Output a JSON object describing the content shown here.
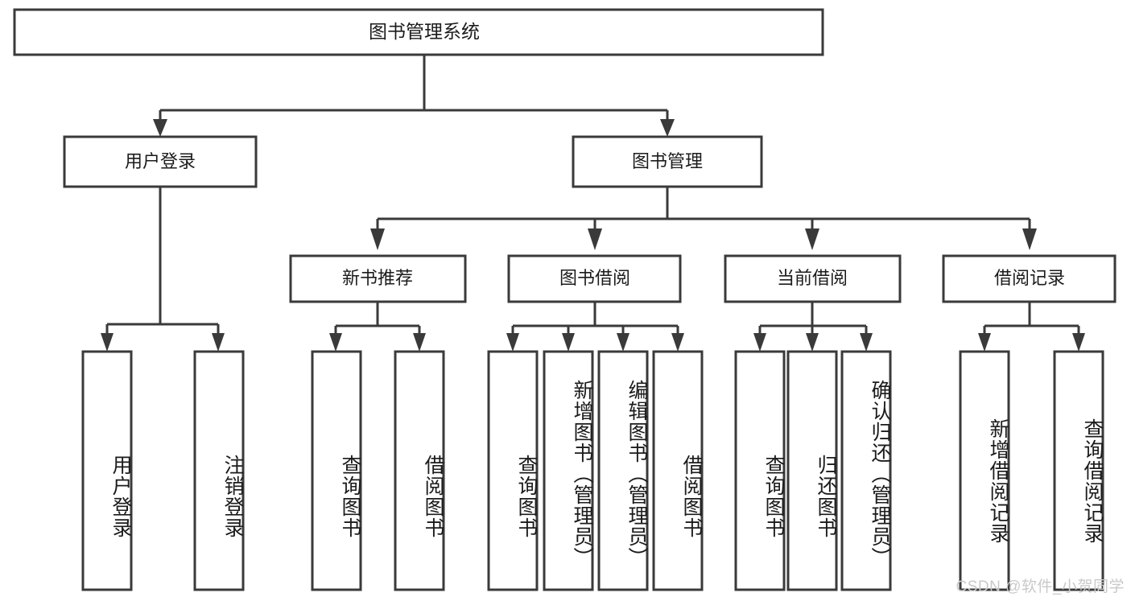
{
  "diagram": {
    "type": "hierarchy-tree",
    "title": "图书管理系统",
    "orientation": "top-down",
    "watermark": "CSDN @软件_小贺同学",
    "root": {
      "id": "root",
      "label": "图书管理系统"
    },
    "level1": [
      {
        "id": "user-login",
        "label": "用户登录"
      },
      {
        "id": "book-manage",
        "label": "图书管理"
      }
    ],
    "level2": [
      {
        "id": "new-book-recommend",
        "label": "新书推荐",
        "parent": "book-manage"
      },
      {
        "id": "book-borrow",
        "label": "图书借阅",
        "parent": "book-manage"
      },
      {
        "id": "current-borrow",
        "label": "当前借阅",
        "parent": "book-manage"
      },
      {
        "id": "borrow-record",
        "label": "借阅记录",
        "parent": "book-manage"
      }
    ],
    "leaves": [
      {
        "id": "leaf-user-login",
        "label": "用户登录",
        "parent": "user-login"
      },
      {
        "id": "leaf-logout",
        "label": "注销登录",
        "parent": "user-login"
      },
      {
        "id": "leaf-query-book-1",
        "label": "查询图书",
        "parent": "new-book-recommend"
      },
      {
        "id": "leaf-borrow-book-1",
        "label": "借阅图书",
        "parent": "new-book-recommend"
      },
      {
        "id": "leaf-query-book-2",
        "label": "查询图书",
        "parent": "book-borrow"
      },
      {
        "id": "leaf-add-book",
        "label": "新增图书（管理员）",
        "parent": "book-borrow"
      },
      {
        "id": "leaf-edit-book",
        "label": "编辑图书（管理员）",
        "parent": "book-borrow"
      },
      {
        "id": "leaf-borrow-book-2",
        "label": "借阅图书",
        "parent": "book-borrow"
      },
      {
        "id": "leaf-query-book-3",
        "label": "查询图书",
        "parent": "current-borrow"
      },
      {
        "id": "leaf-return-book",
        "label": "归还图书",
        "parent": "current-borrow"
      },
      {
        "id": "leaf-confirm-return",
        "label": "确认归还（管理员）",
        "parent": "current-borrow"
      },
      {
        "id": "leaf-add-record",
        "label": "新增借阅记录",
        "parent": "borrow-record"
      },
      {
        "id": "leaf-query-record",
        "label": "查询借阅记录",
        "parent": "borrow-record"
      }
    ],
    "colors": {
      "box_stroke": "#3a3a3a",
      "box_fill": "#ffffff",
      "text": "#1b1b1b",
      "connector": "#3a3a3a",
      "watermark": "#c9c9c9",
      "background": "#ffffff"
    }
  }
}
